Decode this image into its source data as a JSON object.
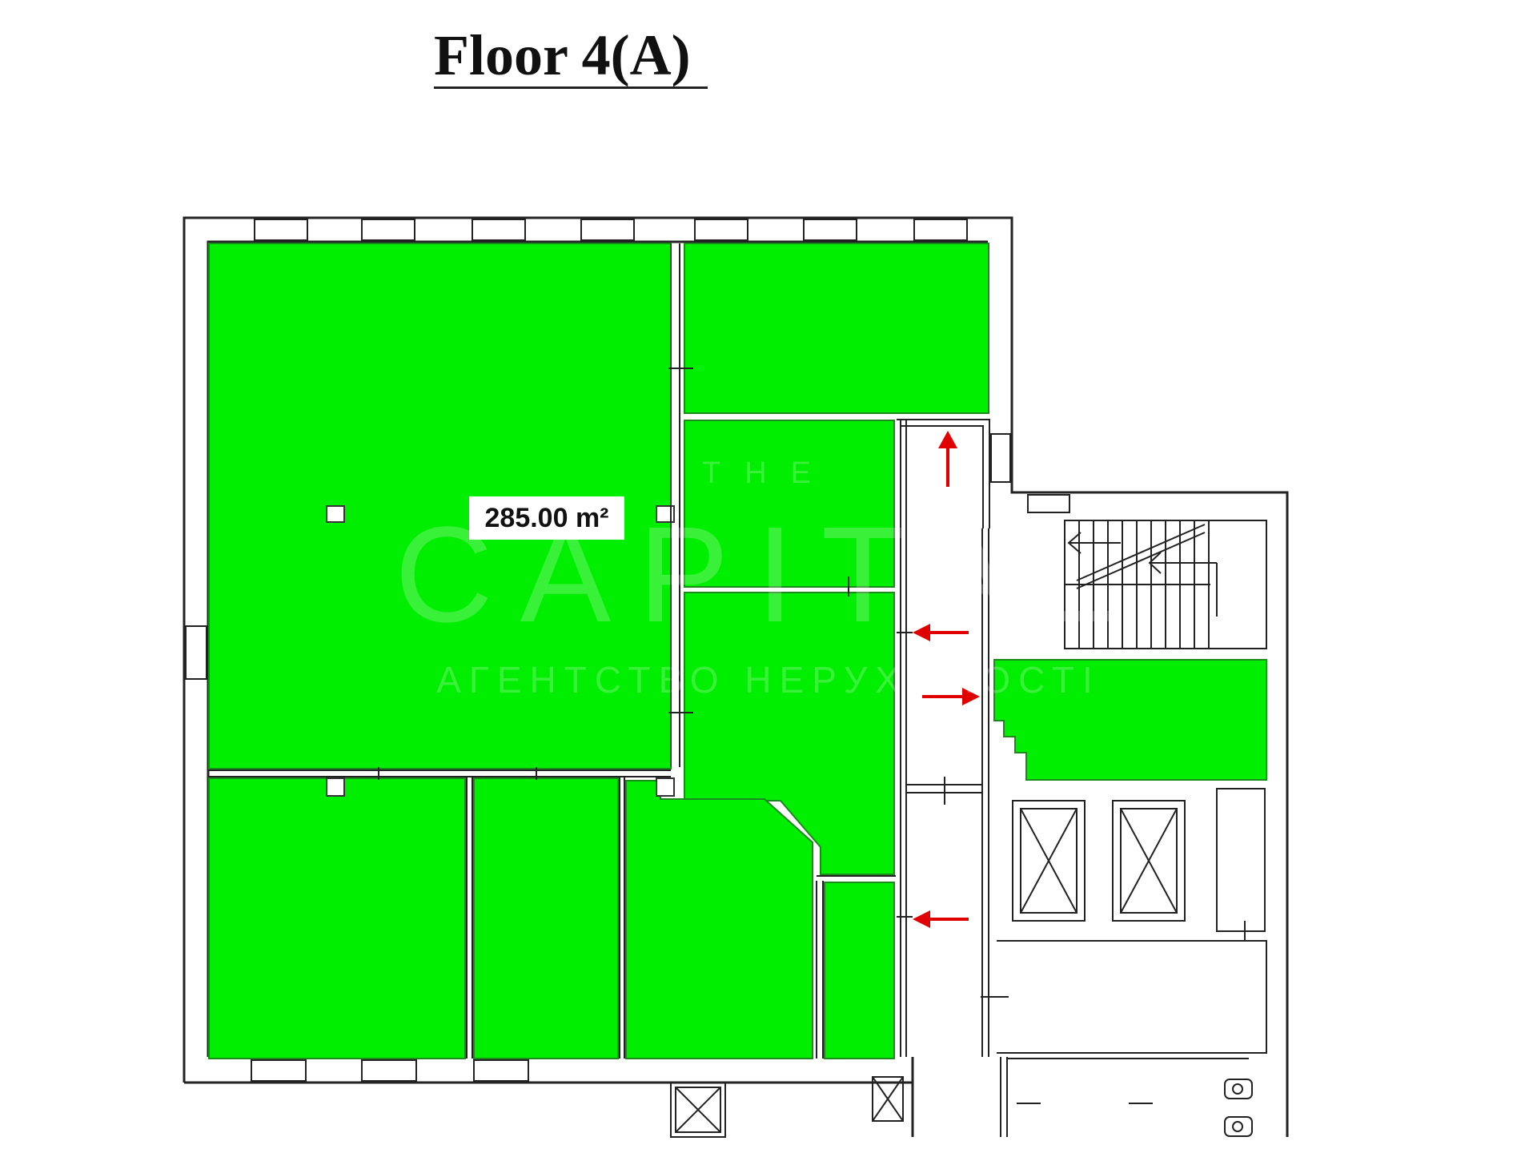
{
  "title": "Floor 4(A)",
  "area_label": "285.00 m²",
  "watermark": {
    "top": "THE",
    "main": "CAPITAL",
    "sub": "АГЕНТСТВО НЕРУХОМОСТІ"
  },
  "colors": {
    "highlight": "#00ee00",
    "wall": "#222222",
    "arrow": "#e00000",
    "background": "#ffffff"
  }
}
